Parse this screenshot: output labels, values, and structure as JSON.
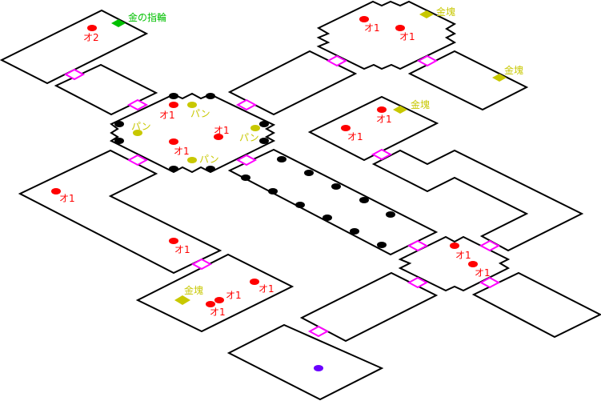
{
  "map": {
    "colors": {
      "enemy": "#ff0000",
      "item": "#c8c800",
      "ring": "#00c000",
      "door": "#ff00ff",
      "player": "#6a00ff",
      "wall": "#000000"
    },
    "markers": [
      {
        "type": "ring",
        "label": "金の指輪"
      },
      {
        "type": "enemy",
        "label": "オ2"
      },
      {
        "type": "enemy",
        "label": "オ1"
      },
      {
        "type": "bread",
        "label": "パン"
      },
      {
        "type": "bread",
        "label": "パン"
      },
      {
        "type": "enemy",
        "label": "オ1"
      },
      {
        "type": "bread",
        "label": "パン"
      },
      {
        "type": "enemy",
        "label": "オ1"
      },
      {
        "type": "bread",
        "label": "パン"
      },
      {
        "type": "enemy",
        "label": "オ1"
      },
      {
        "type": "enemy",
        "label": "オ1"
      },
      {
        "type": "gold",
        "label": "金塊"
      },
      {
        "type": "gold",
        "label": "金塊"
      },
      {
        "type": "enemy",
        "label": "オ1"
      },
      {
        "type": "gold",
        "label": "金塊"
      },
      {
        "type": "enemy",
        "label": "オ1"
      },
      {
        "type": "enemy",
        "label": "オ1"
      },
      {
        "type": "enemy",
        "label": "オ1"
      },
      {
        "type": "gold",
        "label": "金塊"
      },
      {
        "type": "enemy",
        "label": "オ1"
      },
      {
        "type": "enemy",
        "label": "オ1"
      },
      {
        "type": "enemy",
        "label": "オ1"
      },
      {
        "type": "enemy",
        "label": "オ1"
      },
      {
        "type": "enemy",
        "label": "オ1"
      }
    ]
  }
}
